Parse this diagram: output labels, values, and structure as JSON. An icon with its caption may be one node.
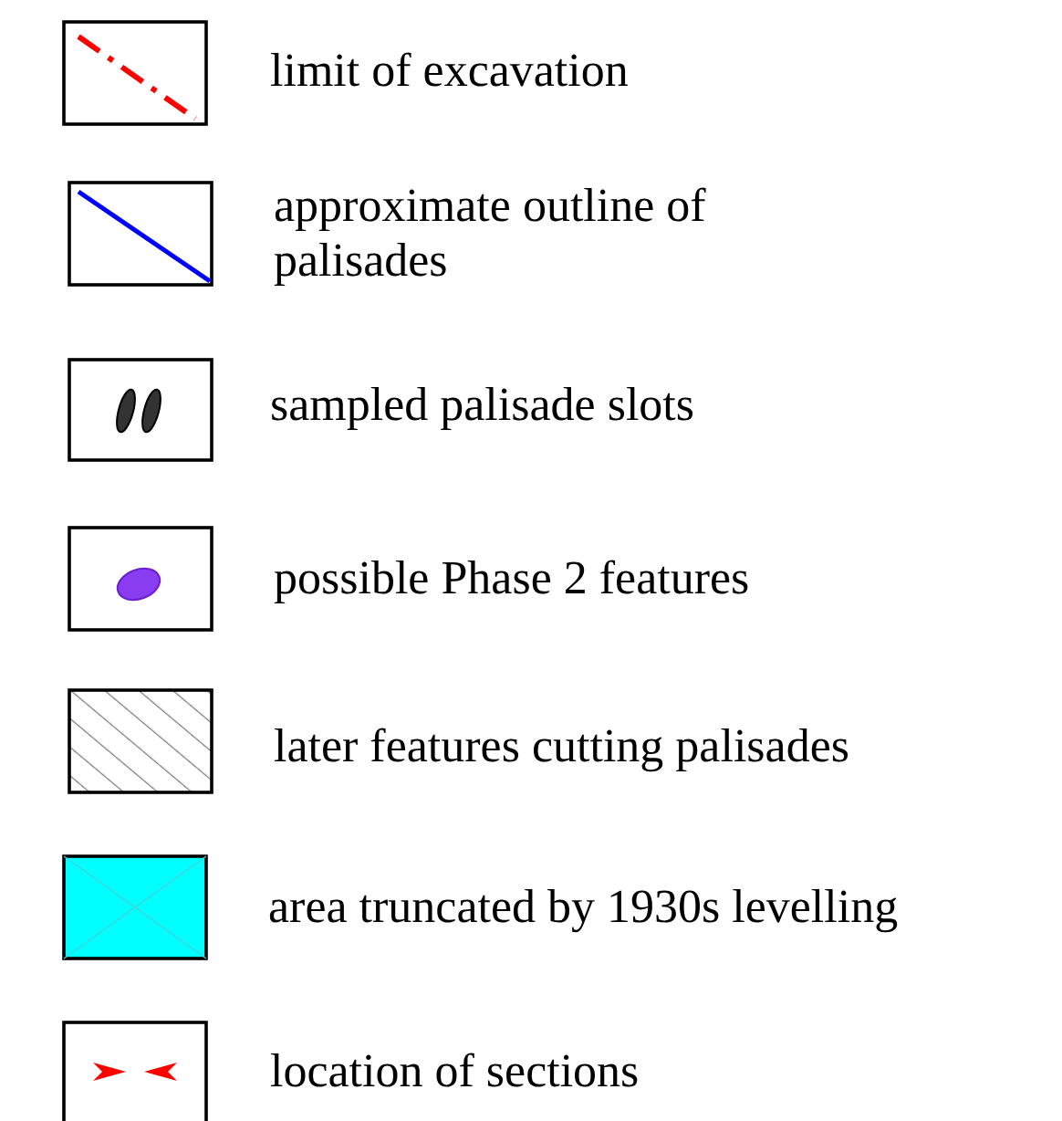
{
  "diagram": {
    "legend": [
      {
        "text": "limit of excavation"
      },
      {
        "text": "approximate outline of palisades"
      },
      {
        "text": "sampled palisade slots"
      },
      {
        "text": "possible Phase 2 features"
      },
      {
        "text": "later features cutting palisades"
      },
      {
        "text": "area truncated by 1930s levelling",
        "color": "#00ffff"
      },
      {
        "text": "location of sections"
      }
    ]
  }
}
